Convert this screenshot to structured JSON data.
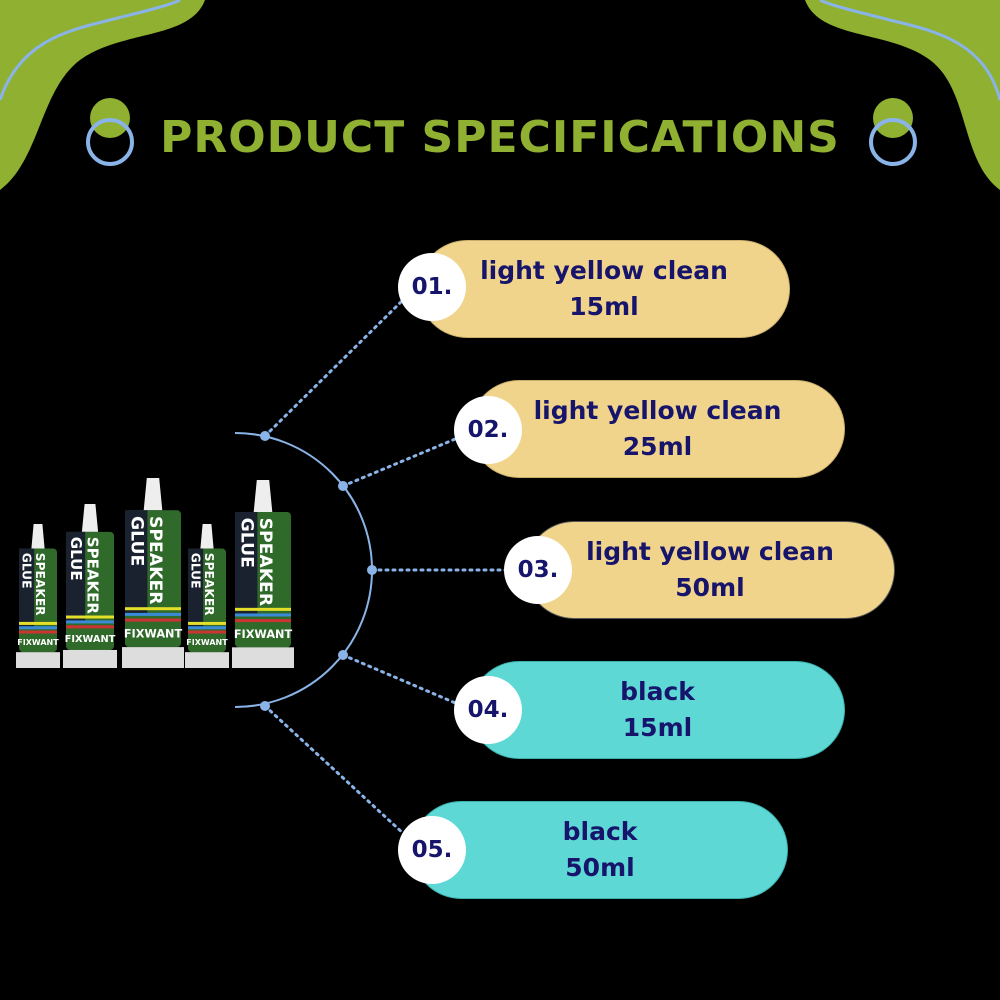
{
  "title": "PRODUCT SPECIFICATIONS",
  "product": {
    "brand": "FIXWANT",
    "name": "SPEAKER GLUE"
  },
  "colors": {
    "title": "#8fb030",
    "yellow": "#f1d48c",
    "cyan": "#5dd8d5",
    "text": "#16146b",
    "line": "#8ab4e8"
  },
  "specs": [
    {
      "number": "01.",
      "color": "light yellow clean",
      "size": "15ml"
    },
    {
      "number": "02.",
      "color": "light yellow clean",
      "size": "25ml"
    },
    {
      "number": "03.",
      "color": "light yellow clean",
      "size": "50ml"
    },
    {
      "number": "04.",
      "color": "black",
      "size": "15ml"
    },
    {
      "number": "05.",
      "color": "black",
      "size": "50ml"
    }
  ]
}
